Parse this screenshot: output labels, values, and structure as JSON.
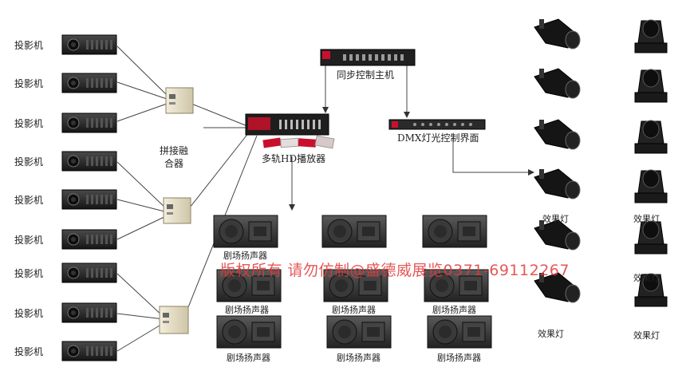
{
  "projectors": [
    "投影机",
    "投影机",
    "投影机",
    "投影机",
    "投影机",
    "投影机",
    "投影机",
    "投影机",
    "投影机"
  ],
  "blender_label_1": "拼接融",
  "blender_label_2": "合器",
  "sync_controller_label": "同步控制主机",
  "hd_player_label": "多轨HD播放器",
  "dmx_console_label": "DMX灯光控制界面",
  "speakers": [
    "剧场扬声器",
    "剧场扬声器",
    "剧场扬声器",
    "剧场扬声器",
    "剧场扬声器",
    "剧场扬声器",
    "剧场扬声器"
  ],
  "effect_lights": [
    "效果灯",
    "效果灯",
    "效果灯",
    "效果灯",
    "效果灯"
  ],
  "watermark": "版权所有 请勿仿制@盛德威展览0371-69112267",
  "colors": {
    "device_dark": "#1c1c1c",
    "device_face": "#2e2e2e",
    "accent_red": "#c8102e",
    "watermark": "#e23a3a",
    "line": "#333333"
  }
}
